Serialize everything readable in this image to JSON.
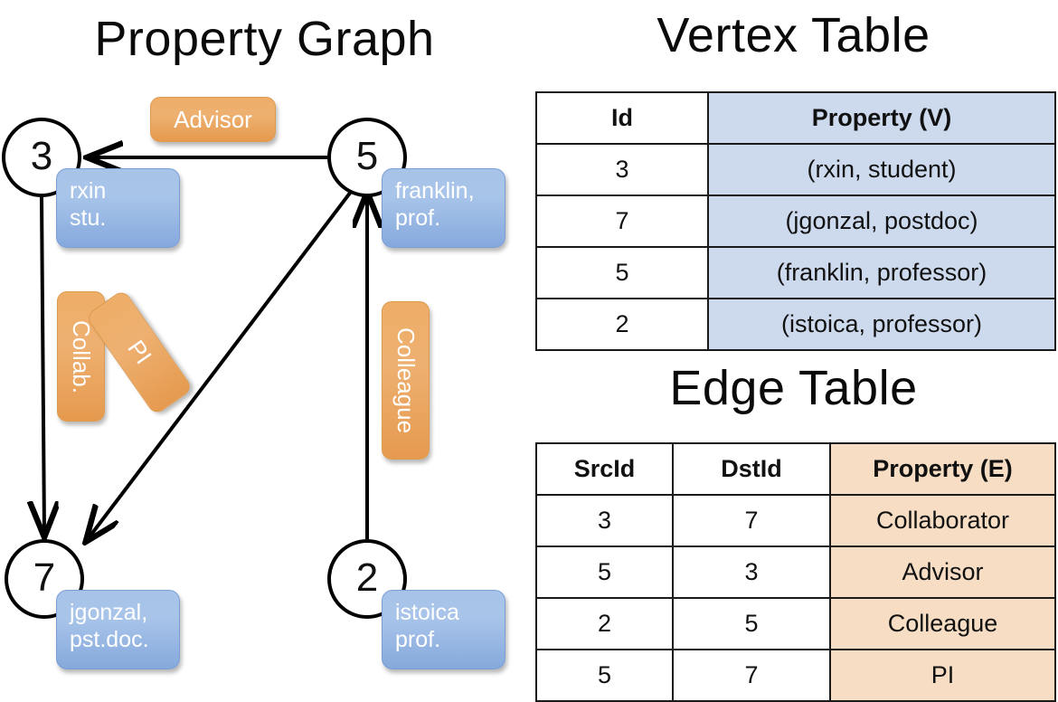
{
  "titles": {
    "property_graph": "Property Graph",
    "vertex_table": "Vertex Table",
    "edge_table": "Edge Table"
  },
  "colors": {
    "vertex_property_fill": "#cddaed",
    "edge_property_fill": "#f6ddc3",
    "node_property_box": "#a8c4e9",
    "edge_label_box": "#eeb071",
    "stroke": "#000000",
    "background": "#ffffff"
  },
  "graph": {
    "nodes": [
      {
        "id": "3",
        "property_line1": "rxin",
        "property_line2": "stu."
      },
      {
        "id": "5",
        "property_line1": "franklin,",
        "property_line2": "prof."
      },
      {
        "id": "7",
        "property_line1": "jgonzal,",
        "property_line2": "pst.doc."
      },
      {
        "id": "2",
        "property_line1": "istoica",
        "property_line2": "prof."
      }
    ],
    "edge_labels": [
      {
        "name": "advisor",
        "text": "Advisor",
        "orientation": "horizontal"
      },
      {
        "name": "collab",
        "text": "Collab.",
        "orientation": "vertical"
      },
      {
        "name": "pi",
        "text": "PI",
        "orientation": "diagonal"
      },
      {
        "name": "colleague",
        "text": "Colleague",
        "orientation": "vertical"
      }
    ],
    "edges": [
      {
        "from": "5",
        "to": "3",
        "label": "Advisor"
      },
      {
        "from": "3",
        "to": "7",
        "label": "Collab."
      },
      {
        "from": "5",
        "to": "7",
        "label": "PI"
      },
      {
        "from": "2",
        "to": "5",
        "label": "Colleague"
      }
    ]
  },
  "vertex_table": {
    "headers": [
      "Id",
      "Property (V)"
    ],
    "rows": [
      {
        "id": "3",
        "property": "(rxin, student)"
      },
      {
        "id": "7",
        "property": "(jgonzal, postdoc)"
      },
      {
        "id": "5",
        "property": "(franklin, professor)"
      },
      {
        "id": "2",
        "property": "(istoica, professor)"
      }
    ]
  },
  "edge_table": {
    "headers": [
      "SrcId",
      "DstId",
      "Property (E)"
    ],
    "rows": [
      {
        "src": "3",
        "dst": "7",
        "property": "Collaborator"
      },
      {
        "src": "5",
        "dst": "3",
        "property": "Advisor"
      },
      {
        "src": "2",
        "dst": "5",
        "property": "Colleague"
      },
      {
        "src": "5",
        "dst": "7",
        "property": "PI"
      }
    ]
  }
}
